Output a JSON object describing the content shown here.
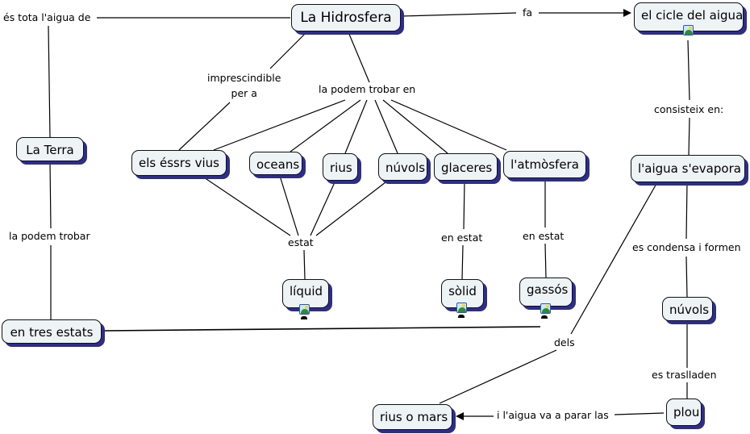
{
  "concepts": {
    "hidrosfera": "La Hidrosfera",
    "cicle": "el cicle del aigua",
    "terra": "La Terra",
    "essers": "els éssrs vius",
    "oceans": "oceans",
    "rius": "rius",
    "nuvols1": "núvols",
    "glaceres": "glaceres",
    "atmosfera": "l'atmòsfera",
    "evapora": "l'aigua s'evapora",
    "liquid": "líquid",
    "solid": "sòlid",
    "gassos": "gassós",
    "tresestats": "en tres estats",
    "nuvols2": "núvols",
    "plou": "plou",
    "riusmars": "rius o mars"
  },
  "link_labels": {
    "es_tota": "és tota l'aigua de",
    "fa": "fa",
    "imprescindible": "imprescindible\nper a",
    "la_podem_trobar_en": "la podem trobar en",
    "consisteix": "consisteix en:",
    "la_podem_trobar": "la podem trobar",
    "estat": "estat",
    "en_estat_1": "en estat",
    "en_estat_2": "en estat",
    "condensa": "es condensa i formen",
    "dels": "dels",
    "traslladen": "es  traslladen",
    "parar": "i l'aigua va a parar las"
  },
  "colors": {
    "node_fill": "#eef3f5",
    "node_shadow": "#2e2e86",
    "line": "#000000"
  }
}
